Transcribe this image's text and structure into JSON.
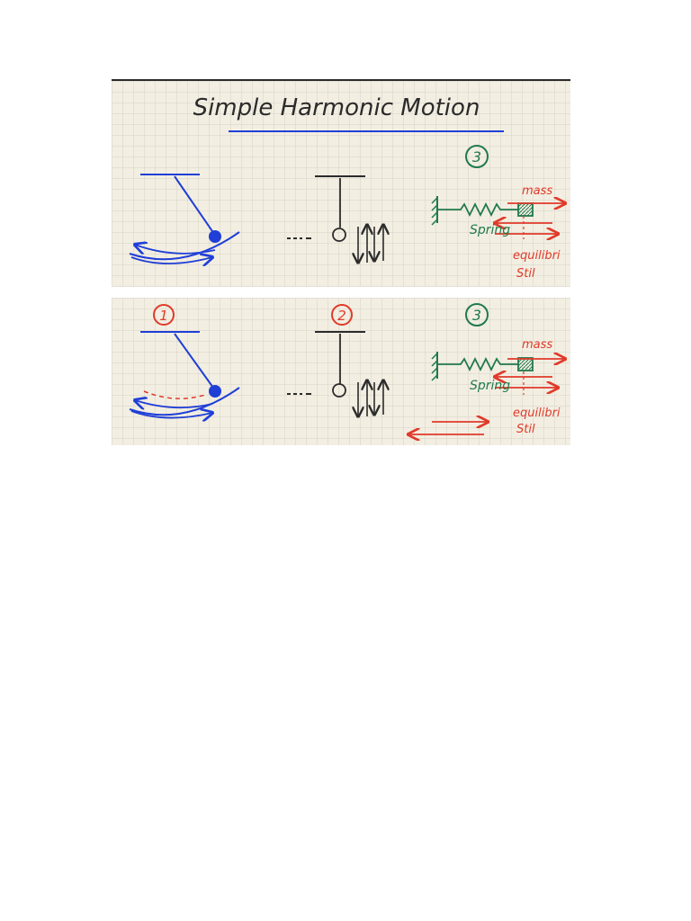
{
  "title": "Simple Harmonic Motion",
  "colors": {
    "paper": "#f3eee2",
    "grid": "#d7d2c6",
    "blue": "#1f3fd6",
    "green": "#1f7a4a",
    "red": "#e03a2a",
    "black": "#2b2b2b"
  },
  "top_panel": {
    "label_3": "3",
    "mass_label": "mass",
    "spring_label": "Spring",
    "note_line1": "equilibri",
    "note_line2": "Stil"
  },
  "bottom_panel": {
    "label_1": "1",
    "label_2": "2",
    "label_3": "3",
    "mass_label": "mass",
    "spring_label": "Spring",
    "note_line1": "equilibri",
    "note_line2": "Stil"
  }
}
